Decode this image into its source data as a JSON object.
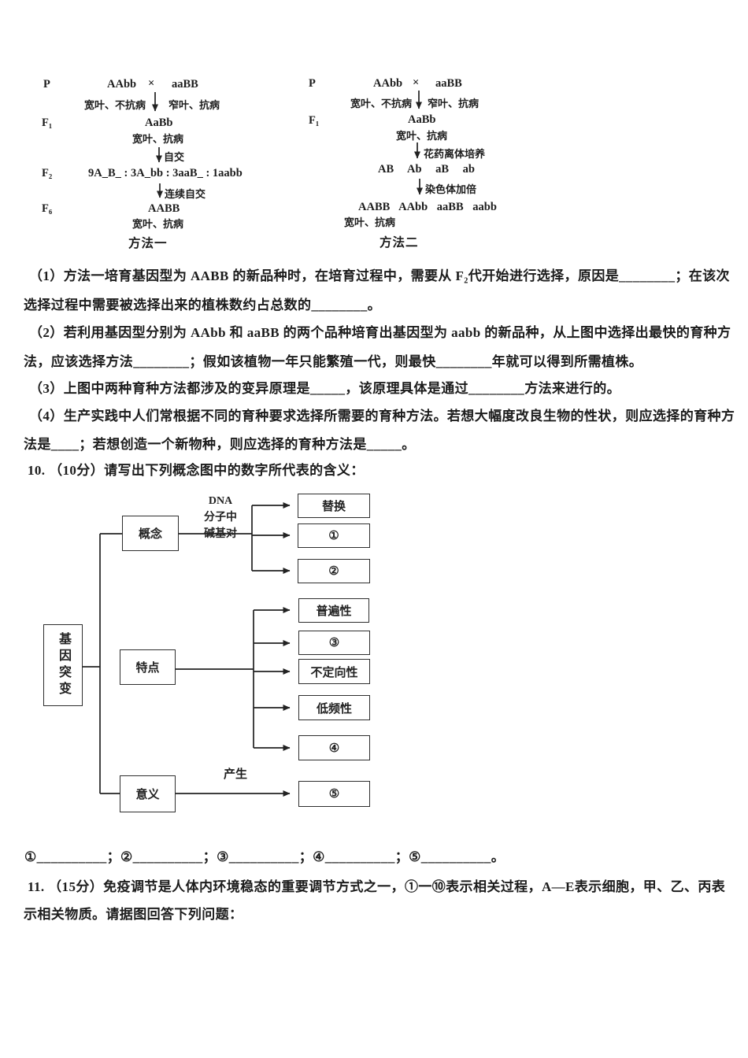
{
  "m1": {
    "p_label": "P",
    "p1_genotype": "AAbb",
    "cross": "×",
    "p2_genotype": "aaBB",
    "p1_phenotype": "宽叶、不抗病",
    "p2_phenotype": "窄叶、抗病",
    "f1_label": "F₁",
    "f1_genotype": "AaBb",
    "f1_phenotype": "宽叶、抗病",
    "arrow1_label": "自交",
    "f2_label": "F₂",
    "f2_ratio": "9A_B_ : 3A_bb : 3aaB_ : 1aabb",
    "arrow2_label": "连续自交",
    "f6_label": "F₆",
    "f6_genotype": "AABB",
    "f6_phenotype": "宽叶、抗病",
    "title": "方法一"
  },
  "m2": {
    "p_label": "P",
    "p1_genotype": "AAbb",
    "cross": "×",
    "p2_genotype": "aaBB",
    "p1_phenotype": "宽叶、不抗病",
    "p2_phenotype": "窄叶、抗病",
    "f1_label": "F₁",
    "f1_genotype": "AaBb",
    "f1_phenotype": "宽叶、抗病",
    "arrow1_label": "花药离体培养",
    "gametes": "AB Ab aB ab",
    "arrow2_label": "染色体加倍",
    "doubled": "AABB AAbb aaBB aabb",
    "doubled_phenotype": "宽叶、抗病",
    "title": "方法二"
  },
  "questions": {
    "lines": [
      "（1）方法一培育基因型为 AABB 的新品种时，在培育过程中，需要从 F₂代开始进行选择，原因是________；在该次",
      "选择过程中需要被选择出来的植株数约占总数的________。",
      "（2）若利用基因型分别为 AAbb 和 aaBB 的两个品种培育出基因型为 aabb 的新品种，从上图中选择出最快的育种方",
      "法，应该选择方法________；假如该植物一年只能繁殖一代，则最快________年就可以得到所需植株。",
      "（3）上图中两种育种方法都涉及的变异原理是_____，该原理具体是通过________方法来进行的。",
      "（4）生产实践中人们常根据不同的育种要求选择所需要的育种方法。若想大幅度改良生物的性状，则应选择的育种方",
      "法是____；若想创造一个新物种，则应选择的育种方法是_____。",
      "10. （10分）请写出下列概念图中的数字所代表的含义："
    ]
  },
  "cmap": {
    "root": "基因突变",
    "branch_concept": "概念",
    "branch_feature": "特点",
    "branch_meaning": "意义",
    "concept_edge_label": [
      "DNA",
      "分子中",
      "碱基对"
    ],
    "meaning_edge_label": "产生",
    "concept_leaves": [
      "替换",
      "①",
      "②"
    ],
    "feature_leaves": [
      "普遍性",
      "③",
      "不定向性",
      "低频性",
      "④"
    ],
    "meaning_leaf": "⑤"
  },
  "answers_line": "①__________；②__________；③__________；④__________；⑤__________。",
  "q11_lines": [
    "11. （15分）免疫调节是人体内环境稳态的重要调节方式之一，①一⑩表示相关过程，A—E表示细胞，甲、乙、丙表",
    "示相关物质。请据图回答下列问题："
  ]
}
